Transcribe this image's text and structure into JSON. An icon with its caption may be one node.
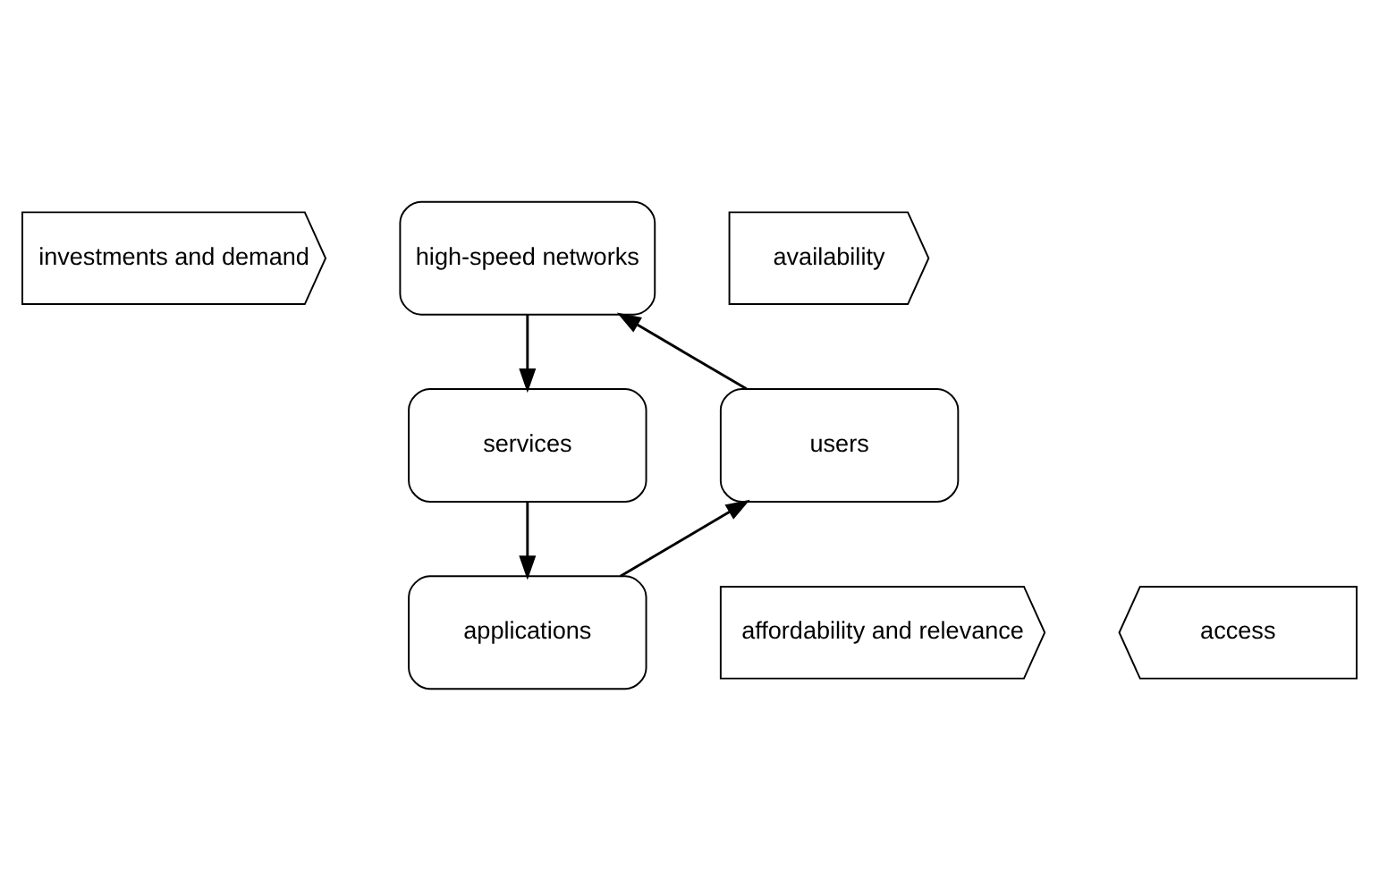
{
  "diagram": {
    "nodes": [
      {
        "text": [
          "investments and demand"
        ]
      },
      {
        "text": [
          "high-speed networks"
        ]
      },
      {
        "text": [
          "availability"
        ]
      },
      {
        "text": [
          "users"
        ]
      },
      {
        "text": [
          "services"
        ]
      },
      {
        "text": [
          "affordability and relevance"
        ]
      },
      {
        "text": [
          "applications"
        ]
      },
      {
        "text": [
          "access"
        ]
      }
    ],
    "edges": [
      {
        "from": 1,
        "to": 4,
        "arrow": "to"
      },
      {
        "from": 4,
        "to": 6,
        "arrow": "to"
      },
      {
        "from": 6,
        "to": 3,
        "arrow": "to"
      },
      {
        "from": 3,
        "to": 1,
        "arrow": "to"
      }
    ]
  }
}
